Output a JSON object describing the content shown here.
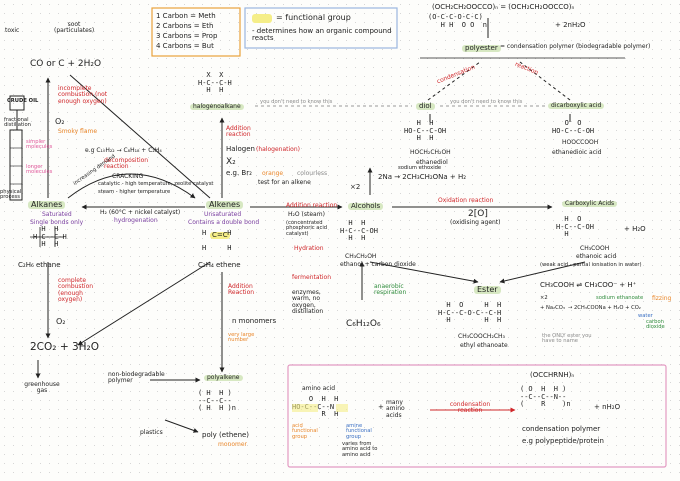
{
  "colors": {
    "red": "#d0262a",
    "orange": "#e9862a",
    "purple": "#7a3fa0",
    "green": "#2e8b3b",
    "blue": "#3a6fc3",
    "highlight_yellow": "#f5ee88",
    "highlight_green": "#d7e8c2",
    "key_box_border": "#e9a23b",
    "legend_box_border": "#9ab6e0",
    "amino_box_border": "#e39ac2"
  },
  "key_carbons": {
    "rows": [
      "1 Carbon = Meth",
      "2 Carbons = Eth",
      "3 Carbons = Prop",
      "4 Carbons = But"
    ]
  },
  "legend": {
    "swatch_label": "= functional group",
    "note": "- determines how an organic compound reacts"
  },
  "combustion": {
    "toxic": "toxic",
    "soot": "soot (particulates)",
    "products_incomplete": "CO or C + 2H₂O",
    "incomplete_label": "incomplete combustion (not enough oxygen)",
    "o2": "O₂",
    "smoky": "Smoky flame",
    "complete_label": "complete combustion (enough oxygen)",
    "o2_complete": "O₂",
    "products_complete": "2CO₂ + 3H₂O",
    "greenhouse": "greenhouse gas"
  },
  "crude": {
    "crude_oil": "CRUDE OIL",
    "fractional": "fractional distillation",
    "simpler": "simpler molecules",
    "longer": "longer molecules",
    "physical": "physical process"
  },
  "cracking": {
    "eg": "e.g C₁₀H₂₂ → C₈H₁₈ + C₂H₄",
    "label": "decomposition reaction",
    "word": "CRACKING",
    "catalytic": "catalytic - high temperature, zeolite catalyst",
    "steam": "steam - higher temperature",
    "increasing": "increasing demand"
  },
  "alkanes": {
    "title": "Alkanes",
    "saturated": "Saturated",
    "single": "Single bonds only",
    "name": "C₂H₆ ethane",
    "hydrogenation_cond": "H₂ (60°C + nickel catalyst)",
    "hydrogenation": "hydrogenation"
  },
  "alkenes": {
    "title": "Alkenes",
    "unsaturated": "Unsaturated",
    "double": "Contains a double bond",
    "cc": "C=C",
    "name": "C₂H₄ ethene",
    "addition_label": "Addition Reaction",
    "n_monomers": "n monomers",
    "very_large": "very large number"
  },
  "halogen": {
    "title": "halogenoalkane",
    "addition": "Addition reaction",
    "halogen_label": "Halogen",
    "halogenation": "(halogenation)",
    "x2": "X₂",
    "br2": "e.g. Br₂",
    "orange": "orange",
    "colourless": "colourless",
    "test": "test for an alkene",
    "dont_know": "you don't need to know this"
  },
  "polyester": {
    "top_formula": "(OCH₂CH₂OOCCO)ₙ = (OCH₂CH₂OOCCO)ₙ",
    "plus_water": "+ 2nH₂O",
    "label": "polyester",
    "definition": "= condensation polymer (biodegradable polymer)",
    "condensation": "condensation",
    "reaction": "reaction"
  },
  "diol": {
    "title": "diol",
    "formula_name": "HOCH₂CH₂OH",
    "name": "ethanediol"
  },
  "dicarboxylic": {
    "title": "dicarboxylic acid",
    "formula_name": "HOOCCOOH",
    "name": "ethanedioic acid"
  },
  "alcohols": {
    "title": "Alcohols",
    "sodium": "sodium ethoxide",
    "na_eq": "2Na → 2CH₃CH₂ONa + H₂",
    "x2": "×2",
    "addition": "Addition reaction",
    "h2o": "H₂O (steam)",
    "conditions": "(concentrated phosphoric acid catalyst)",
    "hydration": "Hydration",
    "name": "CH₃CH₂OH",
    "ethanol": "ethanol + carbon dioxide",
    "fermentation": "fermentation",
    "ferm_conditions": "enzymes, warm, no oxygen, distillation",
    "anaerobic": "anaerobic respiration",
    "glucose": "C₆H₁₂O₆"
  },
  "oxidation": {
    "label": "Oxidation reaction",
    "o": "2[O]",
    "agent": "(oxidising agent)"
  },
  "carboxylic": {
    "title": "Carboxylic Acids",
    "plus_water": "+ H₂O",
    "name": "CH₃COOH",
    "ethanoic": "ethanoic acid",
    "weak": "(weak acid - partial ionisation in water)",
    "equilibrium": "CH₃COOH ⇌ CH₃COO⁻ + H⁺",
    "x2": "×2",
    "naco": "+ Na₂CO₃",
    "products": "→ 2CH₃COONa + H₂O + CO₂",
    "sodium_eth": "sodium ethanoate",
    "water": "water",
    "fizzing": "fizzing",
    "carbon_dioxide": "carbon dioxide"
  },
  "ester": {
    "title": "Ester",
    "formula_name": "CH₃COOCH₂CH₃",
    "name": "ethyl ethanoate",
    "note": "the ONLY ester you have to name"
  },
  "polymers": {
    "non_bio": "non-biodegradable polymer",
    "polyalkene": "polyalkene",
    "plastics": "plastics",
    "poly_label": "poly (ethene)",
    "monomer": "monomer"
  },
  "amino": {
    "amino_acid": "amino acid",
    "acid_group": "acid functional group",
    "amine_group": "amine functional group",
    "varies": "varies from amino acid to amino acid",
    "many": "many amino acids",
    "condensation": "condensation reaction",
    "repeat": "(OCCHRNH)ₙ",
    "plus_water": "+ nH₂O",
    "product": "condensation polymer",
    "example": "e.g polypeptide/protein"
  }
}
